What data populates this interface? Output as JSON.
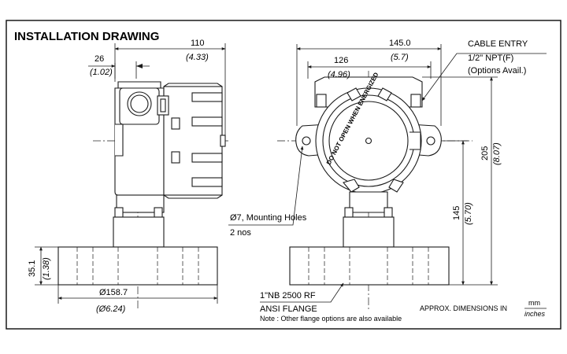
{
  "title": "INSTALLATION DRAWING",
  "side_view": {
    "top_dim_mm": "110",
    "top_dim_in": "(4.33)",
    "cap_dim_mm": "26",
    "cap_dim_in": "(1.02)",
    "flange_h_mm": "35.1",
    "flange_h_in": "(1.38)",
    "flange_dia_mm": "Ø158.7",
    "flange_dia_in": "(Ø6.24)"
  },
  "front_view": {
    "width_mm": "145.0",
    "width_in": "(5.7)",
    "inner_mm": "126",
    "inner_in": "(4.96)",
    "height_mm": "205",
    "height_in": "(8.07)",
    "mid_h_mm": "145",
    "mid_h_in": "(5.70)",
    "cover_text": "DO NOT OPEN WHEN ENERGIZED"
  },
  "labels": {
    "cable_entry": "CABLE ENTRY",
    "cable_npt": "1/2\" NPT(F)",
    "cable_options": "(Options Avail.)",
    "mount_holes": "Ø7, Mounting Holes",
    "mount_nos": "2 nos",
    "flange_spec": "1\"NB 2500 RF",
    "flange_std": "ANSI FLANGE",
    "flange_note": "Note : Other flange options are also available",
    "approx": "APPROX. DIMENSIONS IN",
    "unit_mm": "mm",
    "unit_in": "inches"
  }
}
